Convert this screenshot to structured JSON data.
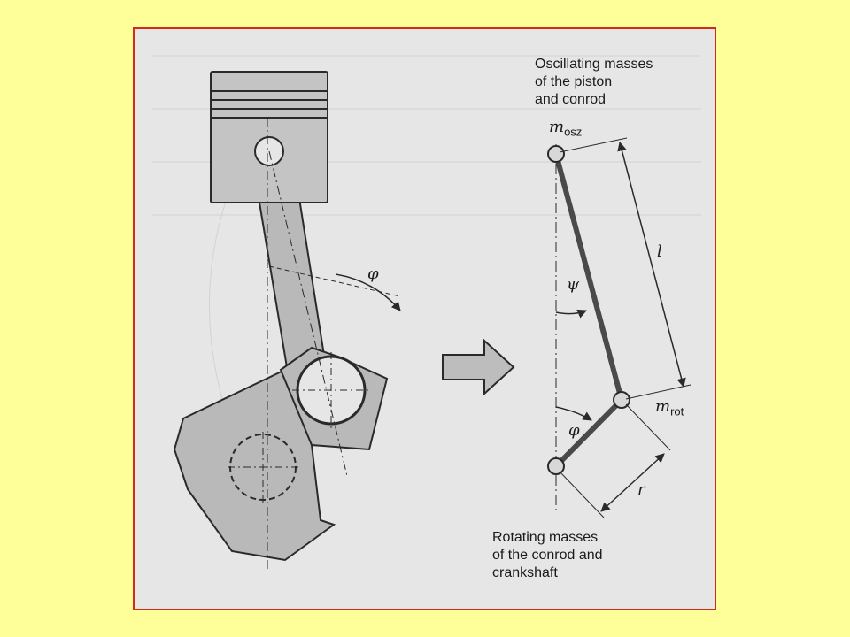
{
  "labels": {
    "oscillating": [
      "Oscillating masses",
      "of the piston",
      "and conrod"
    ],
    "rotating": [
      "Rotating masses",
      "of the conrod and",
      "crankshaft"
    ]
  },
  "symbols": {
    "m_osz": {
      "base": "m",
      "sub": "osz"
    },
    "m_rot": {
      "base": "m",
      "sub": "rot"
    },
    "l": "l",
    "r": "r",
    "psi": "ψ",
    "phi_right": "φ",
    "phi_left": "φ"
  },
  "colors": {
    "page_background": "#FFFF99",
    "frame_border": "#D42A1A",
    "figure_background": "#E6E6E6",
    "part_fill": "#B9B9B9",
    "line": "#2a2a2a"
  }
}
